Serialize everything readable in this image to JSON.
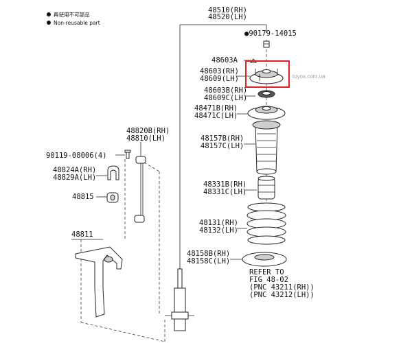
{
  "legend": {
    "items": [
      {
        "icon": "filled-circle",
        "text": "再使用不可部品"
      },
      {
        "icon": "filled-circle",
        "text": "Non-reusable part"
      }
    ]
  },
  "watermark": "toyox.com.ua",
  "highlight_color": "#e02020",
  "labels": {
    "strut_assy": [
      "48510(RH)",
      "48520(LH)"
    ],
    "nut": "●90179-14015",
    "nut_cap": "48603A",
    "support_mount": [
      "48603(RH)",
      "48609(LH)"
    ],
    "bearing": [
      "48603B(RH)",
      "48609C(LH)"
    ],
    "upper_seat": [
      "48471B(RH)",
      "48471C(LH)"
    ],
    "dust_boot": [
      "48157B(RH)",
      "48157C(LH)"
    ],
    "bump_stop": [
      "48331B(RH)",
      "48331C(LH)"
    ],
    "coil_spring": [
      "48131(RH)",
      "48132(LH)"
    ],
    "lower_insulator": [
      "48158B(RH)",
      "48158C(LH)"
    ],
    "refer_note": [
      "REFER TO",
      "FIG 48-02",
      "(PNC 43211(RH))",
      "(PNC 43212(LH))"
    ],
    "stabilizer_link": [
      "48820B(RH)",
      "48810(LH)"
    ],
    "bolt": "90119-08006(4)",
    "bracket": [
      "48824A(RH)",
      "48829A(LH)"
    ],
    "bushing": "48815",
    "stabilizer_bar": "48811"
  }
}
